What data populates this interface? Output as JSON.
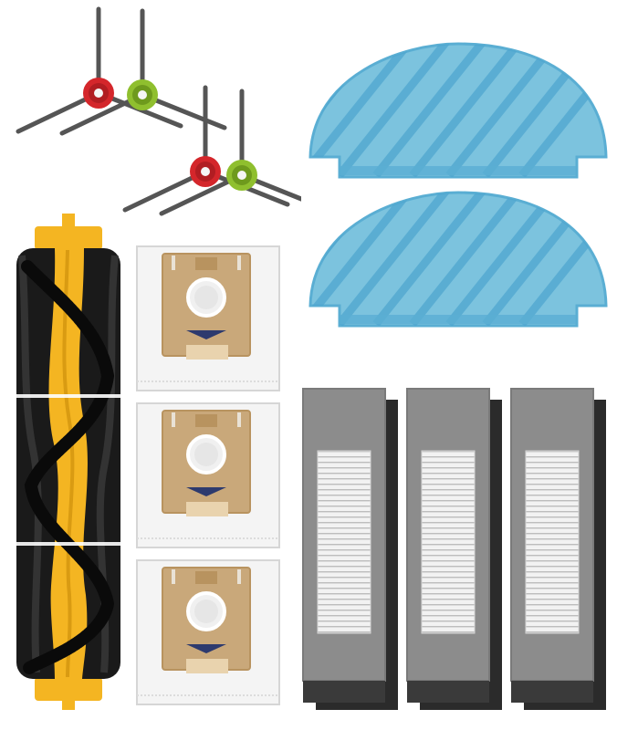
{
  "scene": {
    "subject": "robot-vacuum-accessory-kit",
    "background": "#ffffff"
  },
  "kit": {
    "side_brush_count": 4,
    "mop_pad_count": 2,
    "roller_brush_count": 1,
    "dust_bag_count": 3,
    "filter_count": 3
  },
  "colors": {
    "brush_hub_red": "#d4262b",
    "brush_hub_green": "#8fbf2e",
    "brush_bristle": "#4a4a4a",
    "mop_blue": "#7cc3de",
    "mop_stripe": "#4fa6cf",
    "roller_yellow": "#f4b522",
    "roller_black": "#1a1a1a",
    "bag_white": "#f4f4f4",
    "bag_cardboard": "#c9a87a",
    "filter_frame": "#8c8c8c",
    "filter_foam": "#2b2b2b",
    "filter_pleat": "#f2f2f2"
  },
  "icons": [
    "side-brush-icon",
    "mop-pad-icon",
    "roller-brush-icon",
    "dust-bag-icon",
    "hepa-filter-icon"
  ]
}
